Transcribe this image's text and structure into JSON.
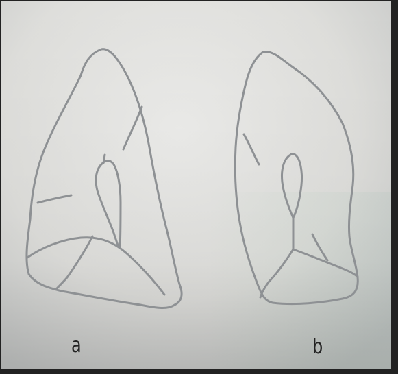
{
  "figure": {
    "panels": [
      {
        "id": "a",
        "label": "a"
      },
      {
        "id": "b",
        "label": "b"
      }
    ],
    "colors": {
      "paper_light": "#e9e9e7",
      "paper_mid": "#d9d9d6",
      "paper_shadow": "#b8bbba",
      "pencil": "#8e9194",
      "frame": "#1f1f1f"
    }
  }
}
